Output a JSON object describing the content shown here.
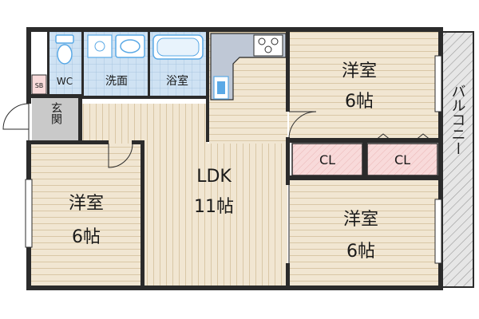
{
  "rooms": {
    "wc": "WC",
    "washroom": "洗面",
    "bathroom": "浴室",
    "shoe_box": "SB",
    "entrance": "玄関",
    "bedroom_top_right": {
      "name": "洋室",
      "size": "6帖"
    },
    "bedroom_left": {
      "name": "洋室",
      "size": "6帖"
    },
    "bedroom_bottom_right": {
      "name": "洋室",
      "size": "6帖"
    },
    "ldk": {
      "name": "LDK",
      "size": "11帖"
    },
    "closet_left": "CL",
    "closet_right": "CL",
    "balcony": "バルコニー"
  },
  "colors": {
    "wall": "#2b2b2b",
    "floor_wood": "#f1e6d2",
    "floor_grain": "#d9c7a6",
    "tile": "#cfe2f3",
    "tile_grid": "#9fbfdc",
    "entrance_floor": "#c9c9c9",
    "closet": "#f8dada",
    "balcony": "#e6e6e6",
    "fixture": "#5aa9e6",
    "kitchen": "#bfc8d6"
  }
}
